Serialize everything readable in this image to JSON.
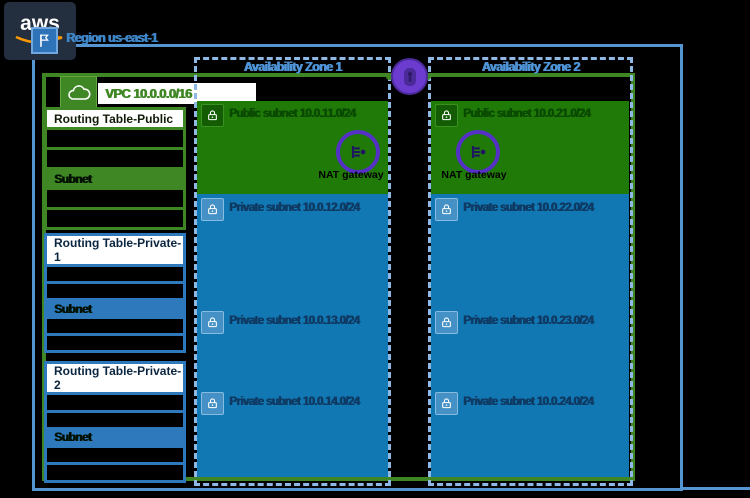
{
  "logo": {
    "text": "aws"
  },
  "region": {
    "label": "Region us-east-1"
  },
  "vpc": {
    "label": "VPC 10.0.0.0/16"
  },
  "availability_zones": [
    {
      "label": "Availability Zone 1",
      "public_subnet": {
        "label": "Public subnet 10.0.11.0/24"
      },
      "nat_gateway_label": "NAT gateway",
      "private_subnets": [
        {
          "label": "Private subnet 10.0.12.0/24"
        },
        {
          "label": "Private subnet 10.0.13.0/24"
        },
        {
          "label": "Private subnet 10.0.14.0/24"
        }
      ]
    },
    {
      "label": "Availability Zone 2",
      "public_subnet": {
        "label": "Public subnet 10.0.21.0/24"
      },
      "nat_gateway_label": "NAT gateway",
      "private_subnets": [
        {
          "label": "Private subnet 10.0.22.0/24"
        },
        {
          "label": "Private subnet 10.0.23.0/24"
        },
        {
          "label": "Private subnet 10.0.24.0/24"
        }
      ]
    }
  ],
  "routing_tables": [
    {
      "title": "Routing Table-Public",
      "subnet_label": "Subnet"
    },
    {
      "title": "Routing Table-Private-1",
      "subnet_label": "Subnet"
    },
    {
      "title": "Routing Table-Private-2",
      "subnet_label": "Subnet"
    }
  ],
  "icons": {
    "flag": "region-flag",
    "cloud": "vpc-cloud",
    "lock": "subnet-lock",
    "nat": "nat-gateway",
    "igw": "internet-gateway"
  },
  "colors": {
    "region_border": "#5595D2",
    "az_border": "#8FB9E4",
    "vpc_green": "#3F8624",
    "public_subnet_fill": "#1F7A08",
    "private_subnet_fill": "#1178B4",
    "nat_purple": "#5430C6",
    "igw_purple": "#6C3BD0",
    "aws_navy": "#232F3E",
    "aws_orange": "#FF9900"
  }
}
